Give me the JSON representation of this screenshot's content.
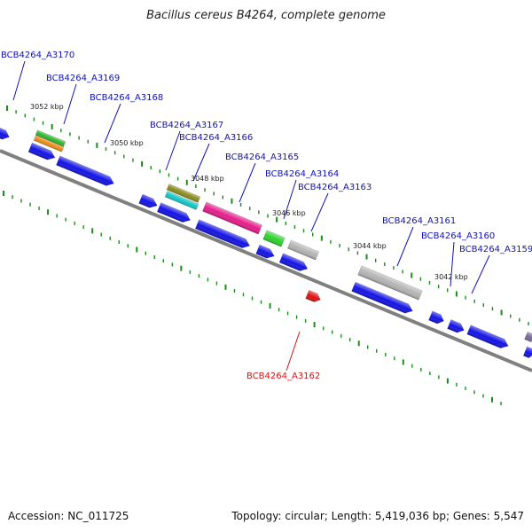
{
  "title": "Bacillus cereus B4264, complete genome",
  "footer": {
    "accession": "Accession: NC_011725",
    "topology": "Topology: circular; Length: 5,419,036 bp; Genes: 5,547"
  },
  "colors": {
    "backbone": "#808080",
    "tick": "#1a8c1a",
    "gene_forward": "#1414e6",
    "gene_highlight": "#e01414",
    "label_normal": "#1212b4",
    "label_highlight": "#d21414",
    "ruler_text": "#222222"
  },
  "ruler_labels": [
    "3052 kbp",
    "3050 kbp",
    "3048 kbp",
    "3046 kbp",
    "3044 kbp",
    "3042 kbp"
  ],
  "gene_labels": [
    {
      "name": "BCB4264_A3170",
      "highlight": false
    },
    {
      "name": "BCB4264_A3169",
      "highlight": false
    },
    {
      "name": "BCB4264_A3168",
      "highlight": false
    },
    {
      "name": "BCB4264_A3167",
      "highlight": false
    },
    {
      "name": "BCB4264_A3166",
      "highlight": false
    },
    {
      "name": "BCB4264_A3165",
      "highlight": false
    },
    {
      "name": "BCB4264_A3164",
      "highlight": false
    },
    {
      "name": "BCB4264_A3163",
      "highlight": false
    },
    {
      "name": "BCB4264_A3161",
      "highlight": false
    },
    {
      "name": "BCB4264_A3160",
      "highlight": false
    },
    {
      "name": "BCB4264_A3159",
      "highlight": false
    },
    {
      "name": "BCB4264_A3162",
      "highlight": true
    }
  ],
  "feature_colors": [
    "#1414e6",
    "#1414e6",
    "#1414e6",
    "#1414e6",
    "#1414e6",
    "#1414e6",
    "#1414e6",
    "#1414e6",
    "#1414e6",
    "#1414e6",
    "#1414e6",
    "#1414e6",
    "#1414e6",
    "#1414e6",
    "#2fb82f",
    "#f08c14",
    "#8c8c1e",
    "#14c8c8",
    "#e61e8c",
    "#2fd22f",
    "#b4b4b4",
    "#b4b4b4",
    "#7a6a9a",
    "#e01414"
  ]
}
